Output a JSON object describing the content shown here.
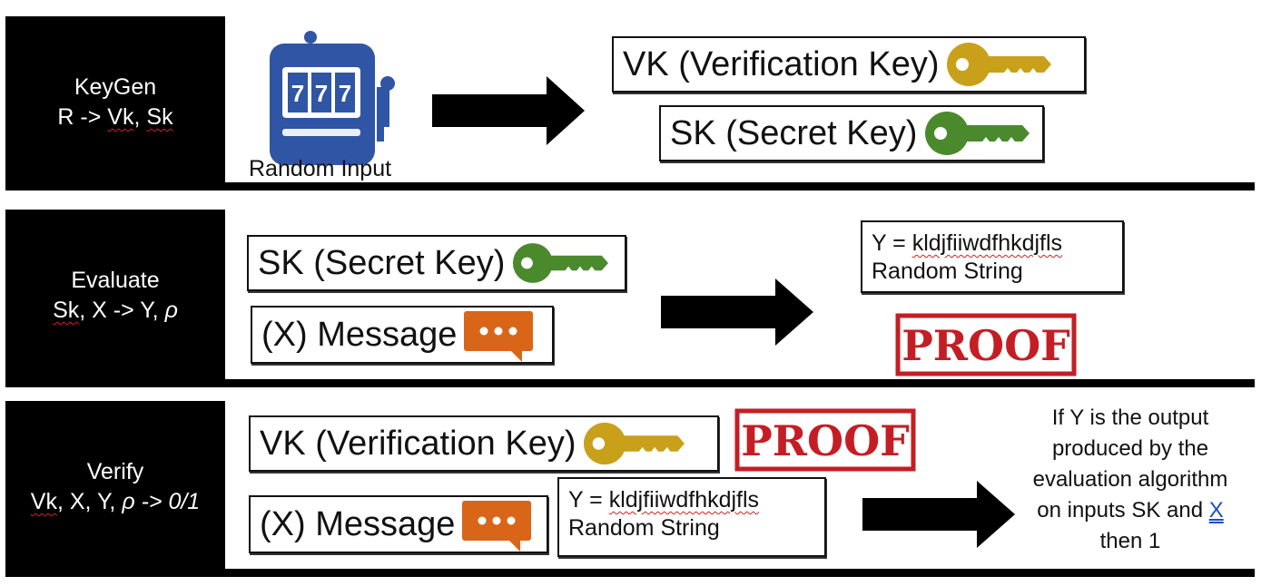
{
  "keygen": {
    "title": "KeyGen",
    "formula_r": "R -> ",
    "formula_vk": "Vk",
    "formula_sep": ", ",
    "formula_sk": "Sk",
    "random_input_label": "Random Input",
    "slot_digits": [
      "7",
      "7",
      "7"
    ],
    "vk_label": "VK (Verification Key)",
    "sk_label": "SK (Secret Key)"
  },
  "evaluate": {
    "title": "Evaluate",
    "formula_sk": "Sk",
    "formula_rest": ", X -> Y, ",
    "formula_rho": "ρ",
    "sk_label": "SK (Secret Key)",
    "message_label": "(X) Message",
    "y_prefix": "Y = ",
    "y_value": "kldjfiiwdfhkdjfls",
    "random_string": "Random String",
    "proof_stamp": "PROOF"
  },
  "verify": {
    "title": "Verify",
    "formula_vk": "Vk",
    "formula_mid": ", X, Y, ",
    "formula_rho": "ρ",
    "formula_end": " -> 0/1",
    "vk_label": "VK (Verification Key)",
    "proof_stamp": "PROOF",
    "message_label": "(X) Message",
    "y_prefix": "Y = ",
    "y_value": "kldjfiiwdfhkdjfls",
    "random_string": "Random String",
    "result_line1": "If Y is the output",
    "result_line2": "produced by the",
    "result_line3": "evaluation algorithm",
    "result_line4_pre": "on inputs SK and ",
    "result_line4_x": "X",
    "result_line5": "then 1"
  },
  "colors": {
    "gold_key": "#c9a01a",
    "green_key": "#4a8a2c",
    "message_icon": "#d96518",
    "slot_blue": "#2f55a4",
    "stamp_red": "#c41e24"
  }
}
